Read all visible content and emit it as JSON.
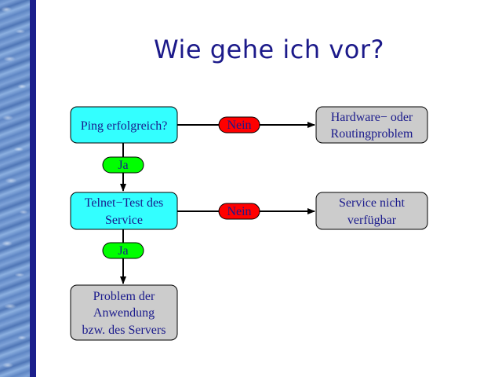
{
  "slide": {
    "title": "Wie gehe ich vor?"
  },
  "colors": {
    "title": "#1c1a8a",
    "accent_bar": "#1b1f8c",
    "node_cyan": "#33ffff",
    "node_gray": "#cccccc",
    "label_no": "#ff0000",
    "label_yes": "#00ff00",
    "text": "#1a1a8c"
  },
  "diagram": {
    "nodes": {
      "ping": {
        "lines": [
          "Ping erfolgreich?"
        ]
      },
      "hardware": {
        "lines": [
          "Hardware− oder",
          "Routingproblem"
        ]
      },
      "telnet": {
        "lines": [
          "Telnet−Test des",
          "Service"
        ]
      },
      "service": {
        "lines": [
          "Service nicht",
          "verfügbar"
        ]
      },
      "problem": {
        "lines": [
          "Problem der",
          "Anwendung",
          "bzw. des Servers"
        ]
      }
    },
    "edges": {
      "ping_no": {
        "label": "Nein"
      },
      "ping_yes": {
        "label": "Ja"
      },
      "telnet_no": {
        "label": "Nein"
      },
      "telnet_yes": {
        "label": "Ja"
      }
    }
  }
}
